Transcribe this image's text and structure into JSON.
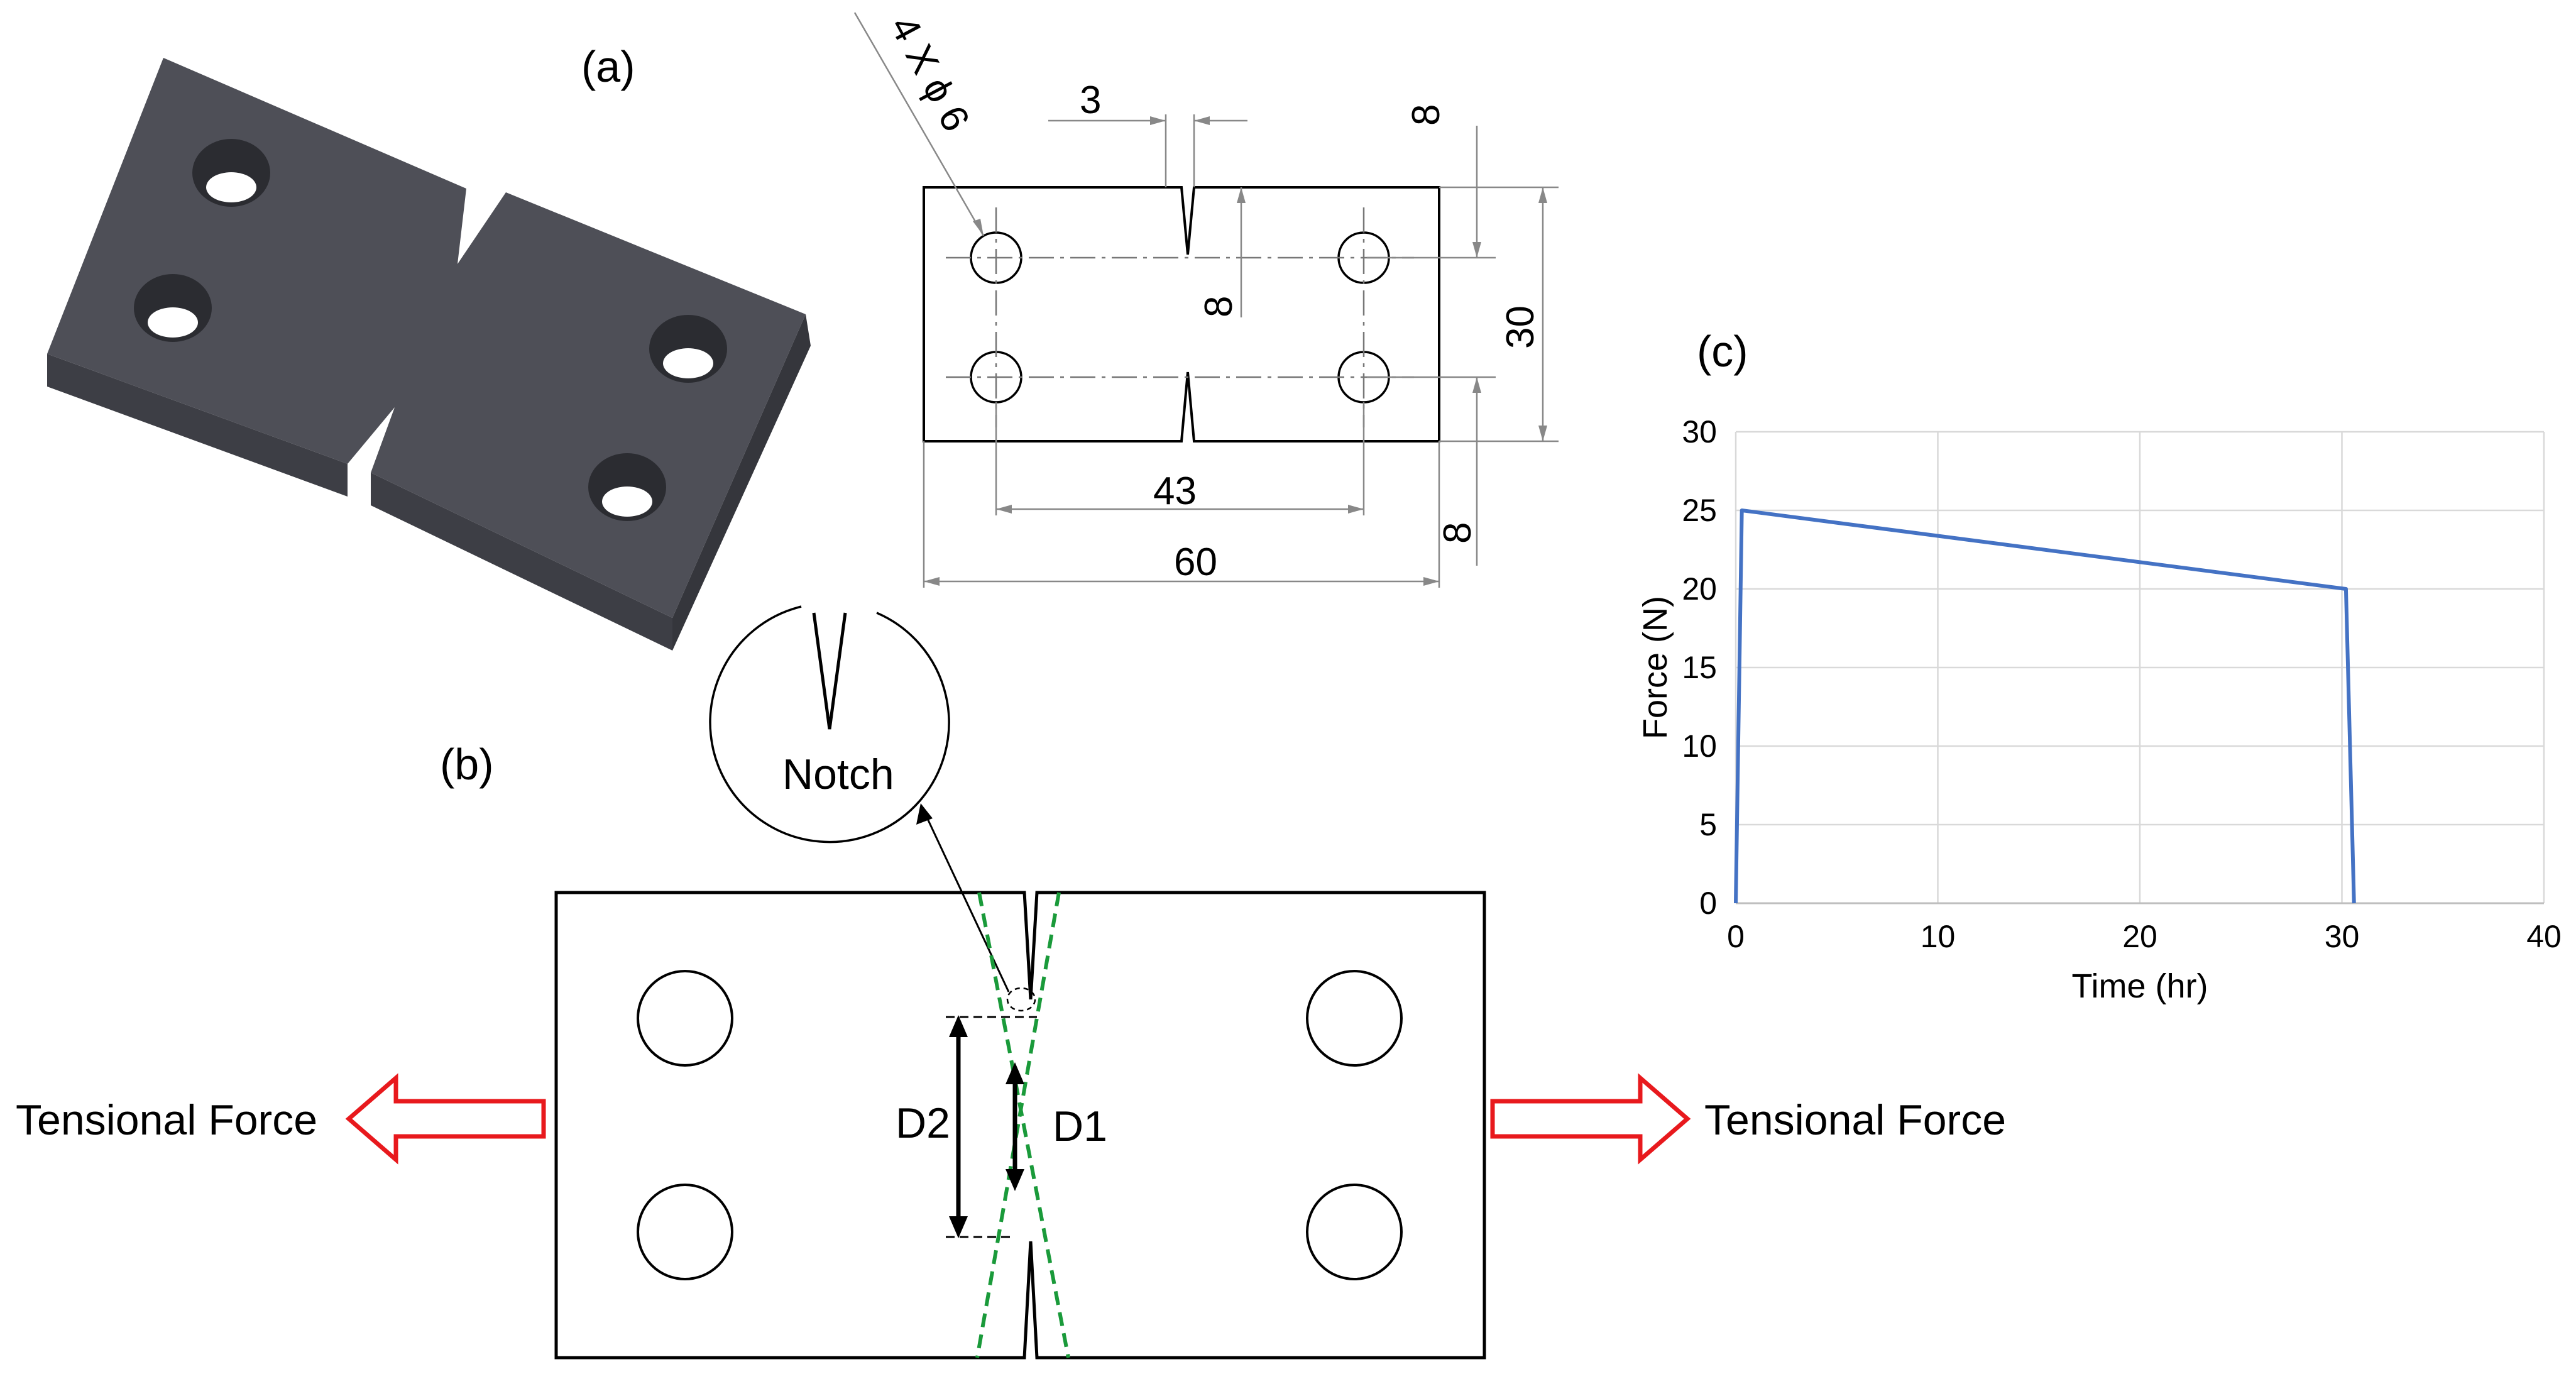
{
  "panels": {
    "a": {
      "label": "(a)"
    },
    "b": {
      "label": "(b)"
    },
    "c": {
      "label": "(c)"
    }
  },
  "drawing": {
    "hole_callout": "4 X ϕ 6",
    "notch_width": "3",
    "edge_top": "8",
    "notch_depth": "8",
    "height": "30",
    "hole_spacing": "43",
    "length": "60",
    "edge_bottom": "8"
  },
  "schematic": {
    "notch_label": "Notch",
    "d1": "D1",
    "d2": "D2",
    "force_left": "Tensional Force",
    "force_right": "Tensional Force"
  },
  "colors": {
    "solid_face": "#4e4f57",
    "solid_side": "#3d3e45",
    "dashed_line": "#1a9a3a",
    "arrow": "#e8191d",
    "series": "#4472c4",
    "grid": "#d9d9d9"
  },
  "chart_data": {
    "type": "line",
    "title": "",
    "xlabel": "Time (hr)",
    "ylabel": "Force (N)",
    "xlim": [
      0,
      40
    ],
    "ylim": [
      0,
      30
    ],
    "xticks": [
      0,
      10,
      20,
      30,
      40
    ],
    "yticks": [
      0,
      5,
      10,
      15,
      20,
      25,
      30
    ],
    "grid": true,
    "series": [
      {
        "x": [
          0,
          0.3,
          30.2,
          30.6
        ],
        "y": [
          0,
          25,
          20,
          0
        ]
      }
    ]
  }
}
